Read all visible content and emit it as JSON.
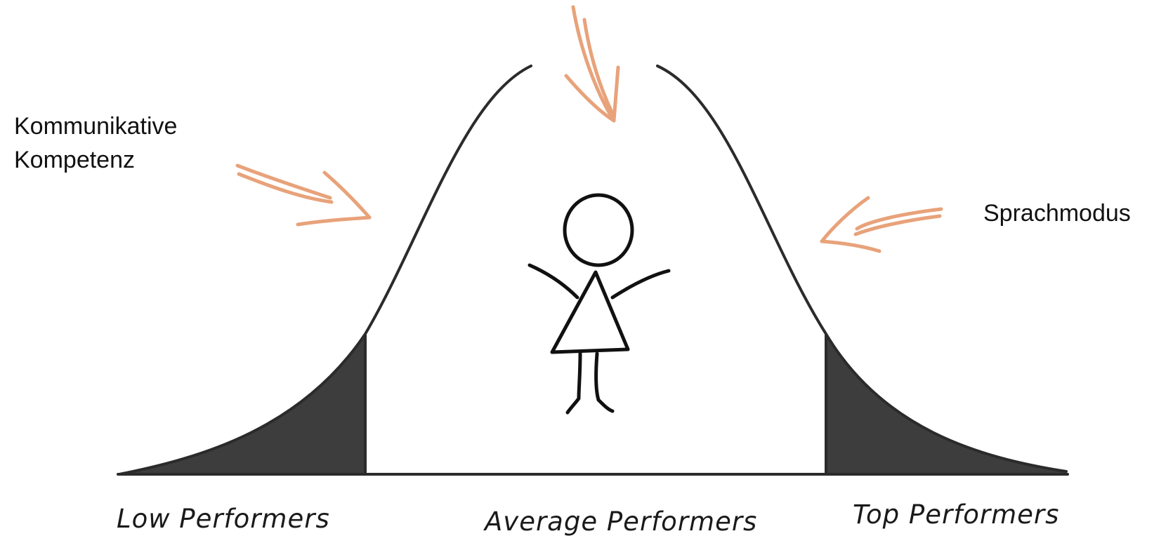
{
  "labels": {
    "left_line1": "Kommunikative",
    "left_line2": "Kompetenz",
    "right": "Sprachmodus"
  },
  "categories": {
    "low": "Low Performers",
    "average": "Average Performers",
    "top": "Top Performers"
  },
  "colors": {
    "arrow": "#E8A27A",
    "curve": "#2b2b2b",
    "tail_fill": "#3d3d3d",
    "figure": "#111111"
  },
  "icons": {
    "center_figure": "stick-figure-icon",
    "arrows": "arrow-icon"
  }
}
